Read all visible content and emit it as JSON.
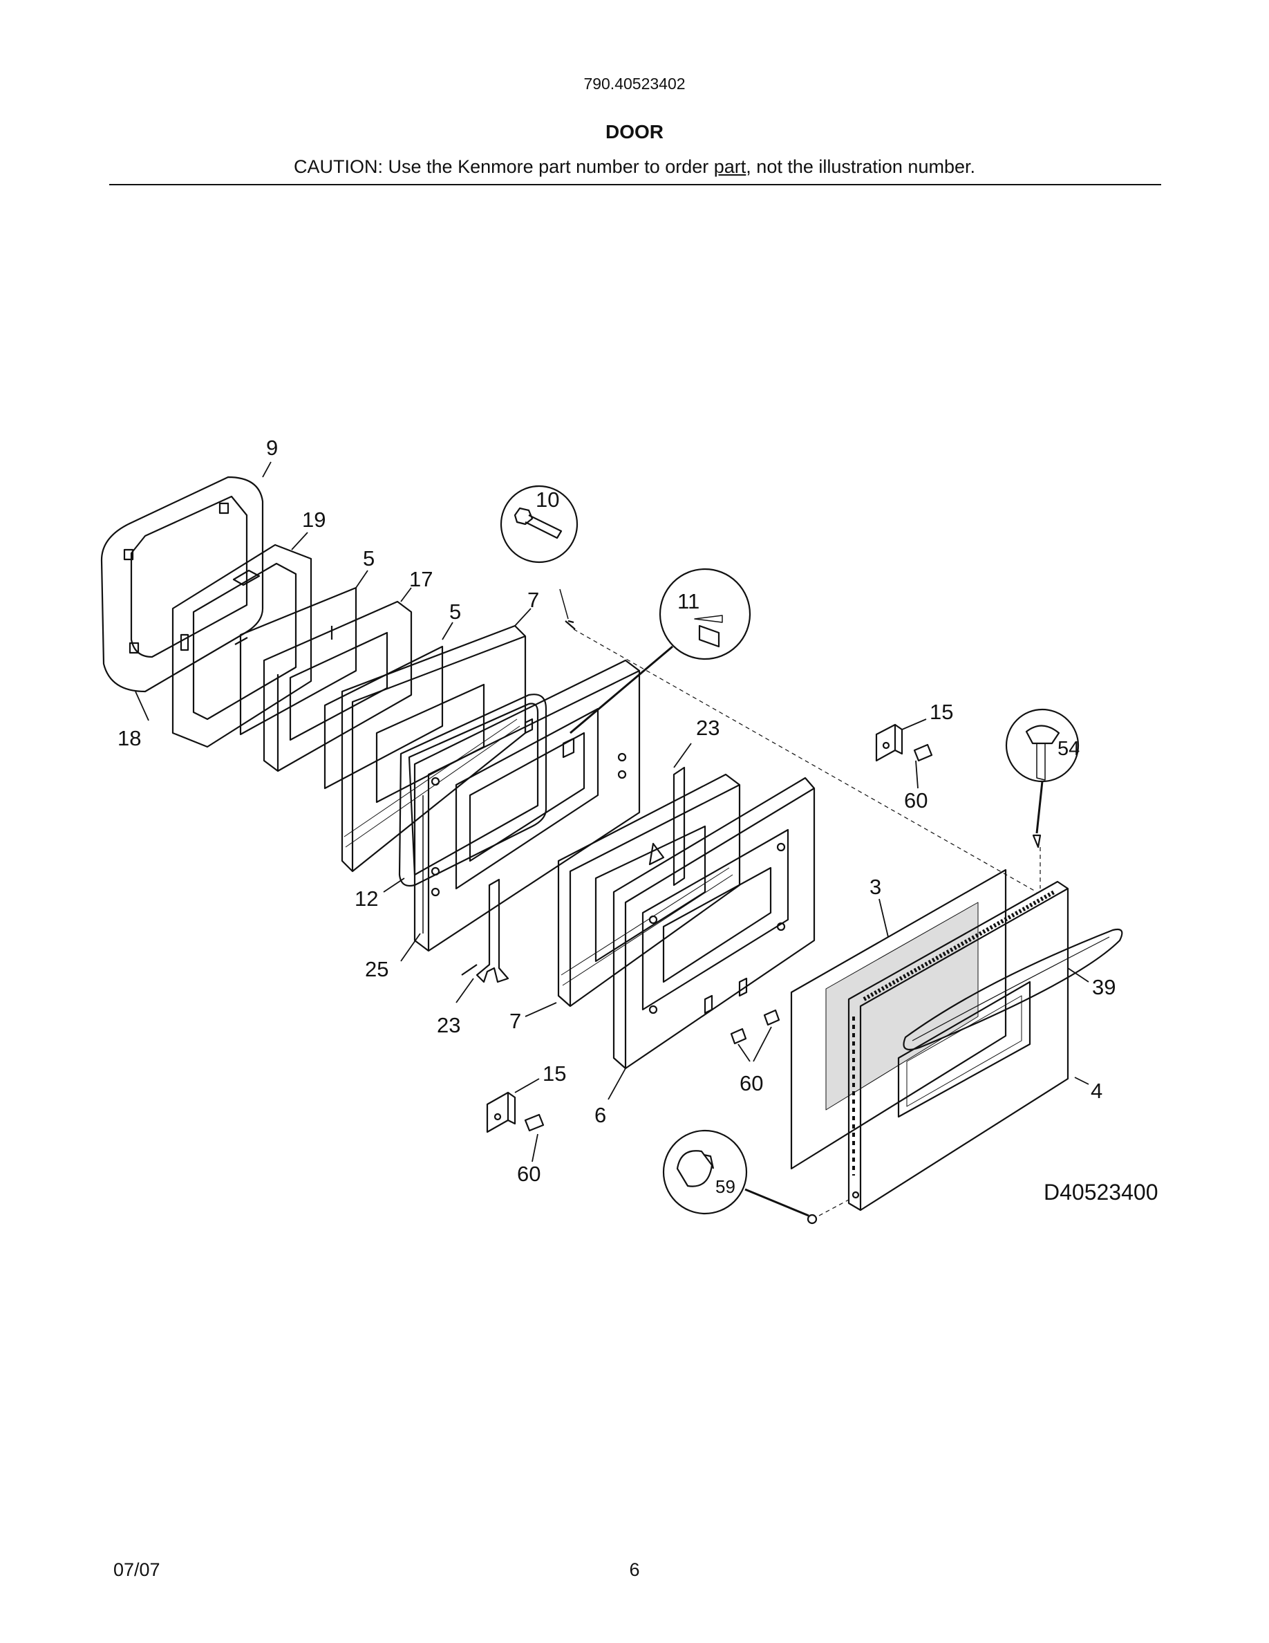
{
  "header": {
    "model_number": "790.40523402",
    "section_title": "DOOR",
    "caution_before": "CAUTION: Use the Kenmore part number to order ",
    "caution_underlined": "part",
    "caution_after": ", not the illustration number."
  },
  "diagram": {
    "drawing_id": "D40523400",
    "callouts": {
      "c9": "9",
      "c19": "19",
      "c5a": "5",
      "c17": "17",
      "c5b": "5",
      "c7a": "7",
      "c10": "10",
      "c11": "11",
      "c18": "18",
      "c23a": "23",
      "c15a": "15",
      "c60a": "60",
      "c54": "54",
      "c3": "3",
      "c39": "39",
      "c12": "12",
      "c25": "25",
      "c23b": "23",
      "c7b": "7",
      "c60b": "60",
      "c4": "4",
      "c15b": "15",
      "c6": "6",
      "c60c": "60",
      "c59": "59"
    }
  },
  "footer": {
    "date": "07/07",
    "page_number": "6"
  }
}
